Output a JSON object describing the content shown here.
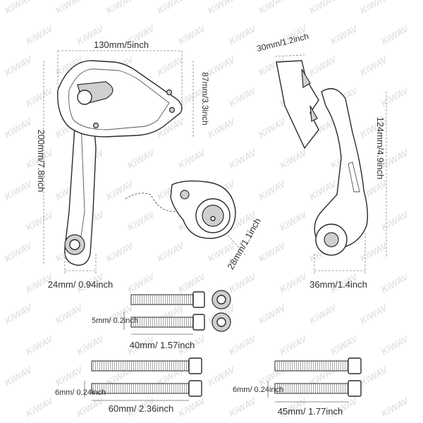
{
  "watermark": "KiWAV",
  "dimensions": {
    "top_width": "130mm/5inch",
    "plate_height": "87mm/3.3inch",
    "overall_height": "200mm/7.8inch",
    "arm_width": "24mm/ 0.94inch",
    "pivot_diameter": "28mm/1.1inch",
    "side_width": "30mm/1.2inch",
    "side_height": "124mm/4.9inch",
    "side_base": "36mm/1.4inch"
  },
  "hardware": {
    "short_bolt_dia": "5mm/ 0.2inch",
    "short_bolt_len": "40mm/ 1.57inch",
    "long_bolt_dia": "6mm/ 0.24inch",
    "long_bolt_len": "60mm/ 2.36inch",
    "medium_bolt_dia": "6mm/ 0.24inch",
    "medium_bolt_len": "45mm/ 1.77inch"
  }
}
